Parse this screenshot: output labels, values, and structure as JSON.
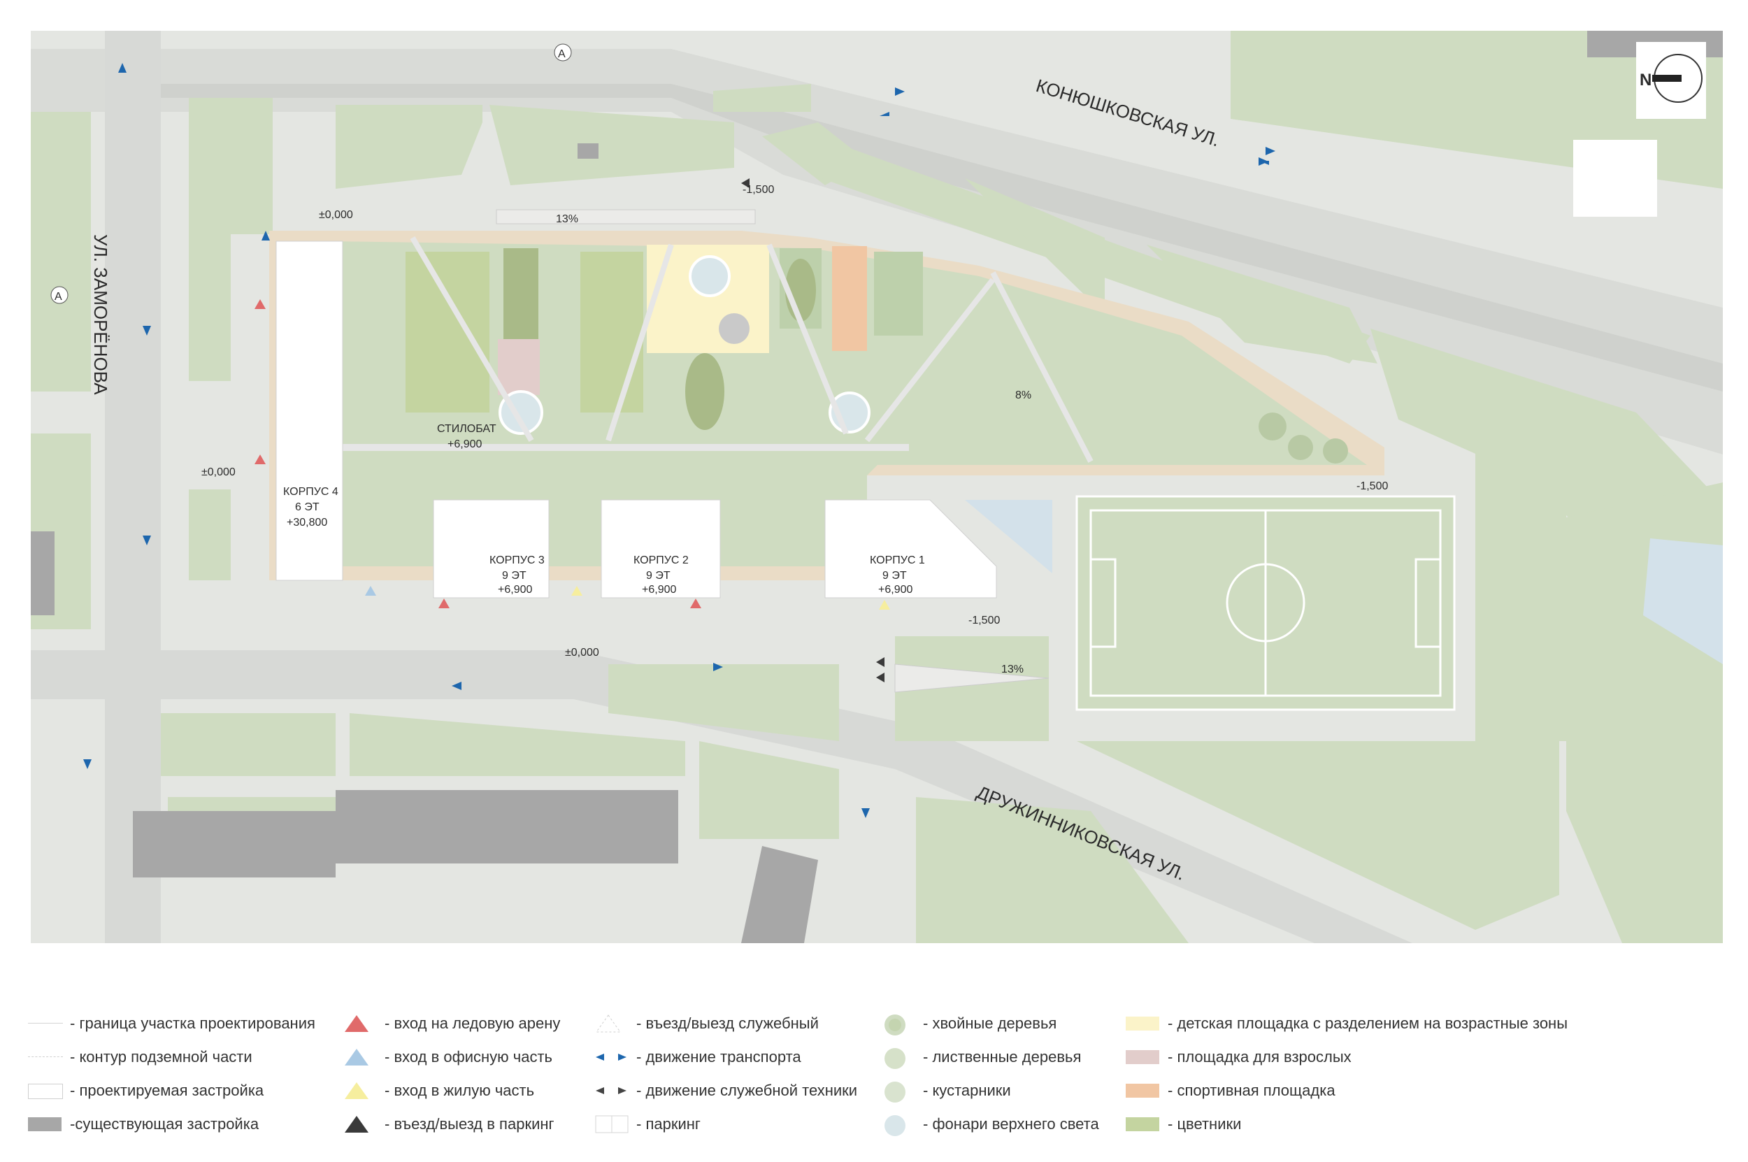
{
  "compass": {
    "label": "N"
  },
  "streets": {
    "konyushkovskaya": "КОНЮШКОВСКАЯ УЛ.",
    "zamorenova": "УЛ. ЗАМОРЁНОВА",
    "druzhinnikovskaya": "ДРУЖИННИКОВСКАЯ УЛ."
  },
  "bus_stop": "A",
  "levels": {
    "top_left": "±0,000",
    "left": "±0,000",
    "bottom": "±0,000",
    "ramp_top": "-1,500",
    "right": "-1,500",
    "bottom_right": "-1,500"
  },
  "slopes": {
    "top": "13%",
    "bottom": "13%",
    "lawn": "8%"
  },
  "stylobate": {
    "name": "СТИЛОБАТ",
    "level": "+6,900"
  },
  "buildings": [
    {
      "name": "КОРПУС 4",
      "floors": "6 ЭТ",
      "level": "+30,800"
    },
    {
      "name": "КОРПУС 3",
      "floors": "9 ЭТ",
      "level": "+6,900"
    },
    {
      "name": "КОРПУС 2",
      "floors": "9 ЭТ",
      "level": "+6,900"
    },
    {
      "name": "КОРПУС 1",
      "floors": "9 ЭТ",
      "level": "+6,900"
    }
  ],
  "legend": {
    "col1": [
      "- граница участка проектирования",
      "- контур подземной части",
      "- проектируемая застройка",
      "-существующая застройка"
    ],
    "col2": [
      "- вход на ледовую арену",
      "- вход в офисную часть",
      "- вход в жилую часть",
      "- въезд/выезд в паркинг"
    ],
    "col3": [
      "- въезд/выезд служебный",
      "- движение транспорта",
      "- движение служебной техники",
      "- паркинг"
    ],
    "col4": [
      "- хвойные деревья",
      "- лиственные деревья",
      "- кустарники",
      "- фонари верхнего света"
    ],
    "col5": [
      "- детская площадка с разделением на возрастные зоны",
      "- площадка для взрослых",
      "- спортивная площадка",
      "- цветники"
    ]
  },
  "colors": {
    "background": "#e4e6e2",
    "lawn": "#cfdcc1",
    "lawn_dark": "#bdd0ab",
    "road": "#d7d9d6",
    "sidewalk": "#ebebe9",
    "proposed": "#ffffff",
    "existing": "#a7a7a7",
    "kids": "#fbf3c9",
    "adults": "#e2cdcb",
    "sport": "#f1c6a3",
    "flowers": "#c4d4a0",
    "path": "#eadcc6",
    "skylight": "#d9e6ea",
    "water": "#d3e1ea",
    "arrow": "#1d66ad",
    "entry_ice": "#e06a6a",
    "entry_office": "#a9c9e4",
    "entry_res": "#f6ee9e",
    "entry_parking": "#3a3a3a"
  }
}
